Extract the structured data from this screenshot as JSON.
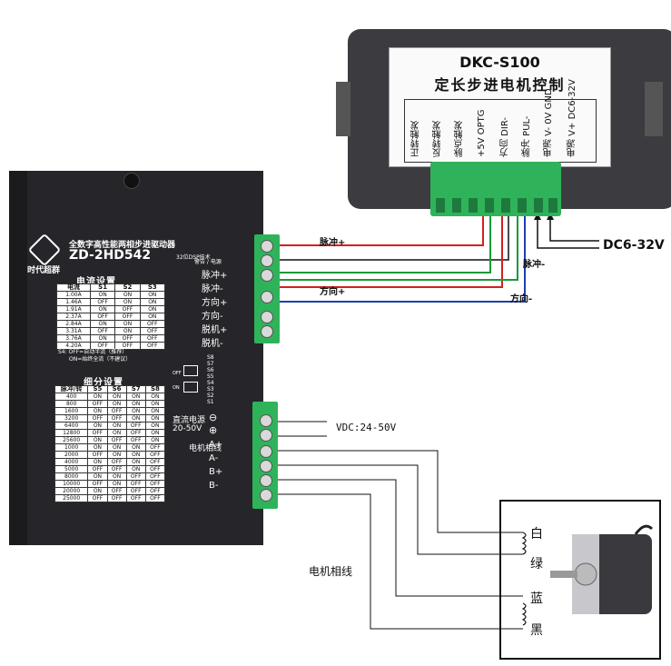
{
  "dkc": {
    "model": "DKC-S100",
    "title": "定长步进电机控制",
    "terminals": [
      "正转触发",
      "反转触发",
      "脉点触发",
      "+5V OPTG",
      "方向 DIR-",
      "脉冲 PUL-",
      "电源 V- 0V GND",
      "电源 V+ DC6-32V"
    ]
  },
  "driver": {
    "brand": "时代超群",
    "subtitle": "全数字高性能两相步进驱动器",
    "model": "ZD-2HD542",
    "model_note": "32位DSP技术",
    "current_title": "电流设置",
    "current_headers": [
      "电流",
      "S1",
      "S2",
      "S3"
    ],
    "current_rows": [
      [
        "1.00A",
        "ON",
        "ON",
        "ON"
      ],
      [
        "1.46A",
        "OFF",
        "ON",
        "ON"
      ],
      [
        "1.91A",
        "ON",
        "OFF",
        "ON"
      ],
      [
        "2.37A",
        "OFF",
        "OFF",
        "ON"
      ],
      [
        "2.84A",
        "ON",
        "ON",
        "OFF"
      ],
      [
        "3.31A",
        "OFF",
        "ON",
        "OFF"
      ],
      [
        "3.76A",
        "ON",
        "OFF",
        "OFF"
      ],
      [
        "4.20A",
        "OFF",
        "OFF",
        "OFF"
      ]
    ],
    "s4_note_1": "S4: OFF=自动半流（推荐）",
    "s4_note_2": "ON=始终全流（不建议）",
    "micro_title": "细分设置",
    "micro_headers": [
      "脉冲/转",
      "S5",
      "S6",
      "S7",
      "S8"
    ],
    "micro_rows": [
      [
        "400",
        "ON",
        "ON",
        "ON",
        "ON"
      ],
      [
        "800",
        "OFF",
        "ON",
        "ON",
        "ON"
      ],
      [
        "1600",
        "ON",
        "OFF",
        "ON",
        "ON"
      ],
      [
        "3200",
        "OFF",
        "OFF",
        "ON",
        "ON"
      ],
      [
        "6400",
        "ON",
        "ON",
        "OFF",
        "ON"
      ],
      [
        "12800",
        "OFF",
        "ON",
        "OFF",
        "ON"
      ],
      [
        "25600",
        "ON",
        "OFF",
        "OFF",
        "ON"
      ],
      [
        "1000",
        "ON",
        "ON",
        "ON",
        "OFF"
      ],
      [
        "2000",
        "OFF",
        "ON",
        "ON",
        "OFF"
      ],
      [
        "4000",
        "ON",
        "OFF",
        "ON",
        "OFF"
      ],
      [
        "5000",
        "OFF",
        "OFF",
        "ON",
        "OFF"
      ],
      [
        "8000",
        "ON",
        "ON",
        "OFF",
        "OFF"
      ],
      [
        "10000",
        "OFF",
        "ON",
        "OFF",
        "OFF"
      ],
      [
        "20000",
        "ON",
        "OFF",
        "OFF",
        "OFF"
      ],
      [
        "25000",
        "OFF",
        "OFF",
        "OFF",
        "OFF"
      ]
    ],
    "signal_header": "警告 / 电源",
    "signal_labels": [
      "脉冲+",
      "脉冲-",
      "方向+",
      "方向-",
      "脱机+",
      "脱机-"
    ],
    "switch_labels": [
      "S8",
      "S7",
      "S6",
      "S5",
      "S4",
      "S3",
      "S2",
      "S1"
    ],
    "off_label": "OFF",
    "on_label": "ON",
    "power_label_1": "直流电源",
    "power_label_2": "20-50V",
    "power_minus": "⊖",
    "power_plus": "⊕",
    "motor_vertical": "电机相线",
    "phase_labels": [
      "A+",
      "A-",
      "B+",
      "B-"
    ]
  },
  "wires": {
    "pulse_plus": "脉冲+",
    "pulse_minus": "脉冲-",
    "dir_plus": "方向+",
    "dir_minus": "方向-",
    "dc": "DC6-32V",
    "vdc": "VDC:24-50V",
    "motor_phase": "电机相线"
  },
  "motor": {
    "colors": [
      "白",
      "绿",
      "蓝",
      "黑"
    ]
  },
  "colors": {
    "red": "#d42020",
    "green": "#1a9a3a",
    "blue": "#1f3fb0",
    "black": "#111111"
  }
}
